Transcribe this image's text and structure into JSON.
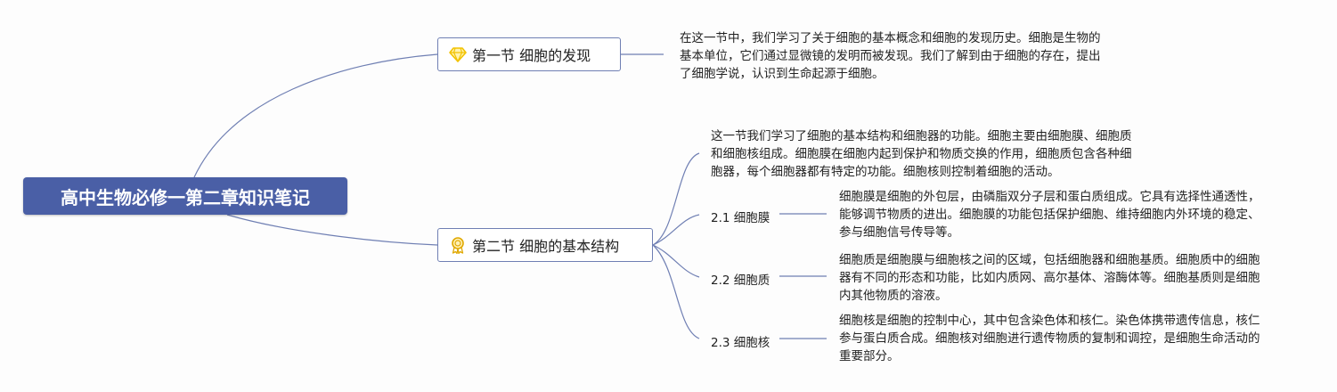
{
  "root": {
    "title": "高中生物必修一第二章知识笔记"
  },
  "branches": [
    {
      "label": "第一节 细胞的发现",
      "icon": "diamond-icon",
      "note_lines": [
        "在这一节中，我们学习了关于细胞的基本概念和细胞的发现历史。细胞是生物的",
        "基本单位，它们通过显微镜的发明而被发现。我们了解到由于细胞的存在，提出",
        "了细胞学说，认识到生命起源于细胞。"
      ]
    },
    {
      "label": "第二节 细胞的基本结构",
      "icon": "award-medal-icon",
      "note_lines": [
        "这一节我们学习了细胞的基本结构和细胞器的功能。细胞主要由细胞膜、细胞质",
        "和细胞核组成。细胞膜在细胞内起到保护和物质交换的作用，细胞质包含各种细",
        "胞器，每个细胞器都有特定的功能。细胞核则控制着细胞的活动。"
      ],
      "children": [
        {
          "label": "2.1 细胞膜",
          "detail_lines": [
            "细胞膜是细胞的外包层，由磷脂双分子层和蛋白质组成。它具有选择性通透性，",
            "能够调节物质的进出。细胞膜的功能包括保护细胞、维持细胞内外环境的稳定、",
            "参与细胞信号传导等。"
          ]
        },
        {
          "label": "2.2 细胞质",
          "detail_lines": [
            "细胞质是细胞膜与细胞核之间的区域，包括细胞器和细胞基质。细胞质中的细胞",
            "器有不同的形态和功能，比如内质网、高尔基体、溶酶体等。细胞基质则是细胞",
            "内其他物质的溶液。"
          ]
        },
        {
          "label": "2.3 细胞核",
          "detail_lines": [
            "细胞核是细胞的控制中心，其中包含染色体和核仁。染色体携带遗传信息，核仁",
            "参与蛋白质合成。细胞核对细胞进行遗传物质的复制和调控，是细胞生命活动的",
            "重要部分。"
          ]
        }
      ]
    }
  ],
  "colors": {
    "root_fill": "#4a5fa6",
    "connector": "#6f7fb3",
    "diamond": "#f2c200",
    "medal": "#e0a800"
  }
}
